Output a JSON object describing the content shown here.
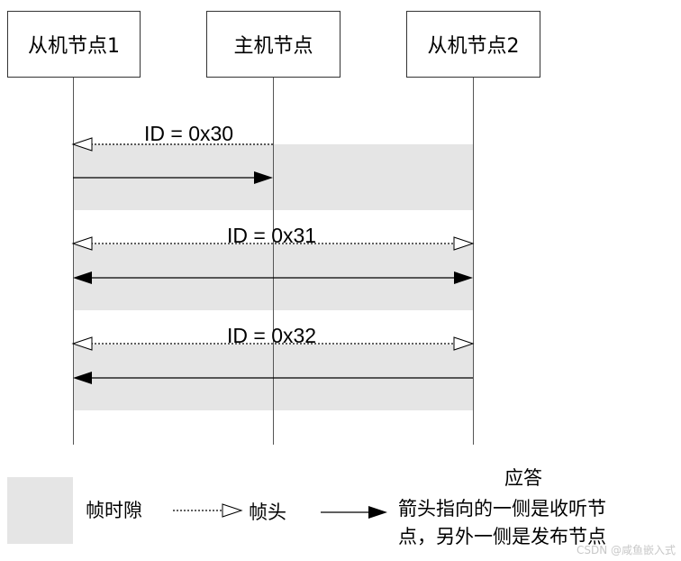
{
  "nodes": {
    "slave1": "从机节点1",
    "master": "主机节点",
    "slave2": "从机节点2"
  },
  "messages": [
    {
      "id_label": "ID = 0x30"
    },
    {
      "id_label": "ID = 0x31"
    },
    {
      "id_label": "ID = 0x32"
    }
  ],
  "legend": {
    "slot_label": "帧时隙",
    "header_label": "帧头",
    "response_title": "应答",
    "response_line1": "箭头指向的一侧是收听节",
    "response_line2": "点，另外一侧是发布节点"
  },
  "watermark": "CSDN @咸鱼嵌入式",
  "colors": {
    "slot": "#e5e5e5",
    "line": "#000000"
  }
}
